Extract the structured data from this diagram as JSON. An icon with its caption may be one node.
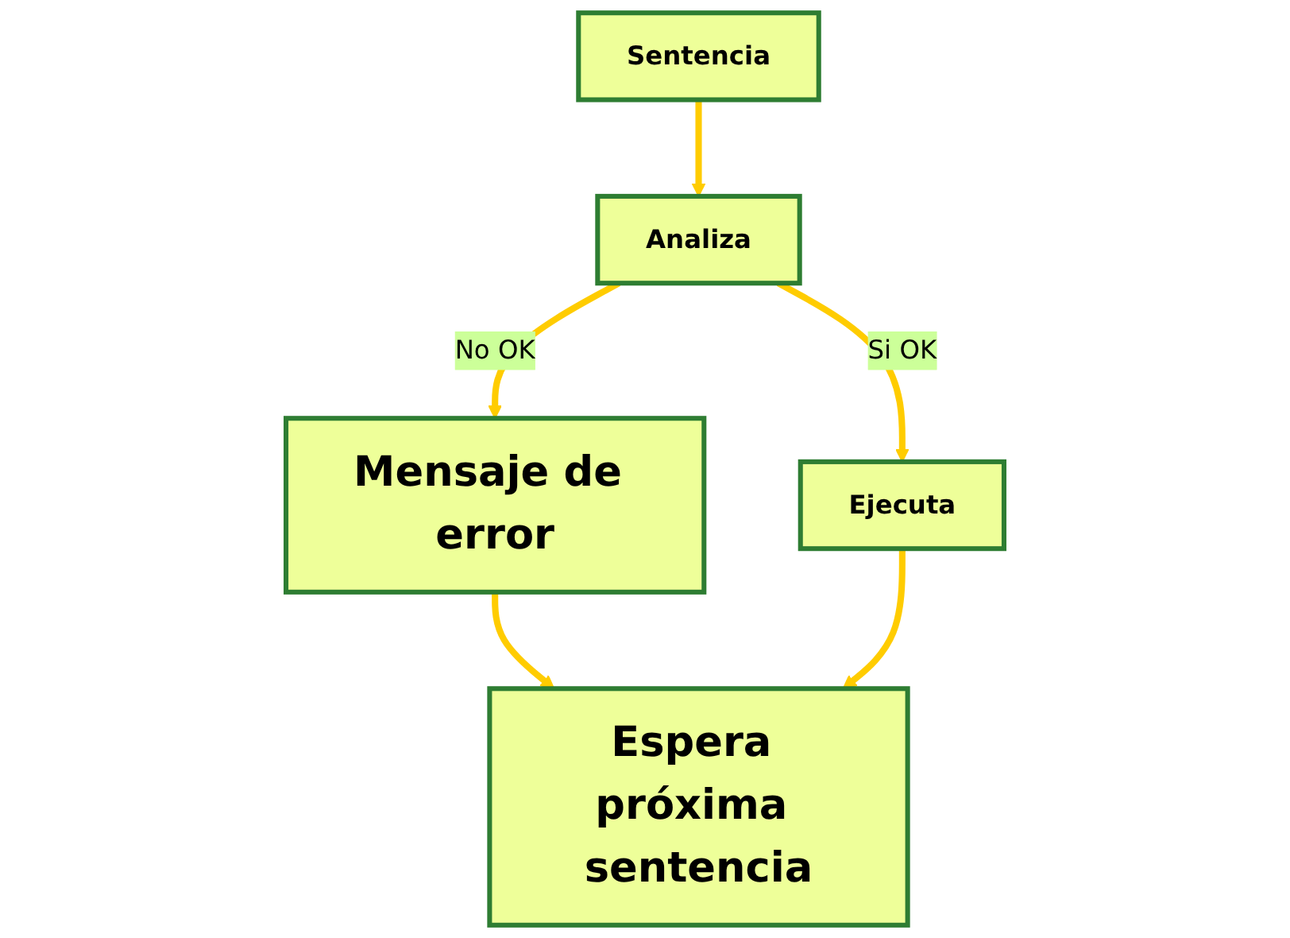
{
  "diagram": {
    "nodes": [
      {
        "text": [
          "Sentencia"
        ]
      },
      {
        "text": [
          "Analiza"
        ]
      },
      {
        "text": [
          "Mensaje de error"
        ]
      },
      {
        "text": [
          "Ejecuta"
        ]
      },
      {
        "text": [
          "Espera próxima sentencia"
        ]
      }
    ],
    "edges": [
      {
        "from": 0,
        "to": 1,
        "arrow": "to"
      },
      {
        "from": 1,
        "to": 2,
        "arrow": "to",
        "label": "No OK"
      },
      {
        "from": 1,
        "to": 3,
        "arrow": "to",
        "label": "Si OK"
      },
      {
        "from": 2,
        "to": 4,
        "arrow": "to"
      },
      {
        "from": 3,
        "to": 4,
        "arrow": "to"
      }
    ]
  }
}
